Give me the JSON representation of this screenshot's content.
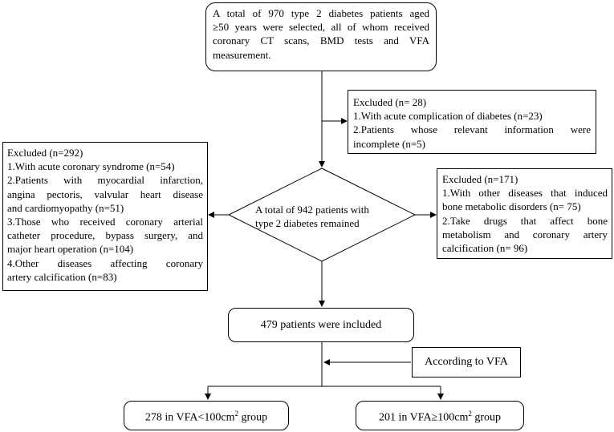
{
  "start_box": {
    "lines": [
      "A total of 970 type 2 diabetes patients aged",
      "≥50 years were selected, all of whom received",
      "coronary CT scans, BMD tests and VFA",
      "measurement."
    ]
  },
  "excluded_top": {
    "lines": [
      "Excluded (n= 28)",
      "1.With acute complication of diabetes (n=23)",
      "2.Patients whose relevant information were",
      "incomplete (n=5)"
    ]
  },
  "excluded_left": {
    "lines": [
      "Excluded (n=292)",
      "1.With acute coronary syndrome (n=54)",
      "2.Patients with myocardial infarction,",
      "angina pectoris, valvular heart disease",
      "and cardiomyopathy (n=51)",
      "3.Those who received coronary arterial",
      "catheter procedure, bypass surgery, and",
      "major heart operation (n=104)",
      "4.Other diseases affecting coronary",
      "artery calcification (n=83)"
    ]
  },
  "diamond": {
    "lines": [
      "A total of 942 patients with",
      "type 2 diabetes remained"
    ]
  },
  "excluded_right": {
    "lines": [
      "Excluded (n=171)",
      "1.With other diseases that induced",
      "bone metabolic disorders (n= 75)",
      "2.Take drugs that affect bone",
      "metabolism and coronary artery",
      "calcification (n= 96)"
    ]
  },
  "included_box": {
    "label": "479 patients were included"
  },
  "according_box": {
    "label": "According to VFA"
  },
  "group_low": {
    "prefix": "278 in VFA<100cm",
    "sup": "2",
    "suffix": " group"
  },
  "group_high": {
    "prefix": "201 in VFA≥100cm",
    "sup": "2",
    "suffix": " group"
  }
}
